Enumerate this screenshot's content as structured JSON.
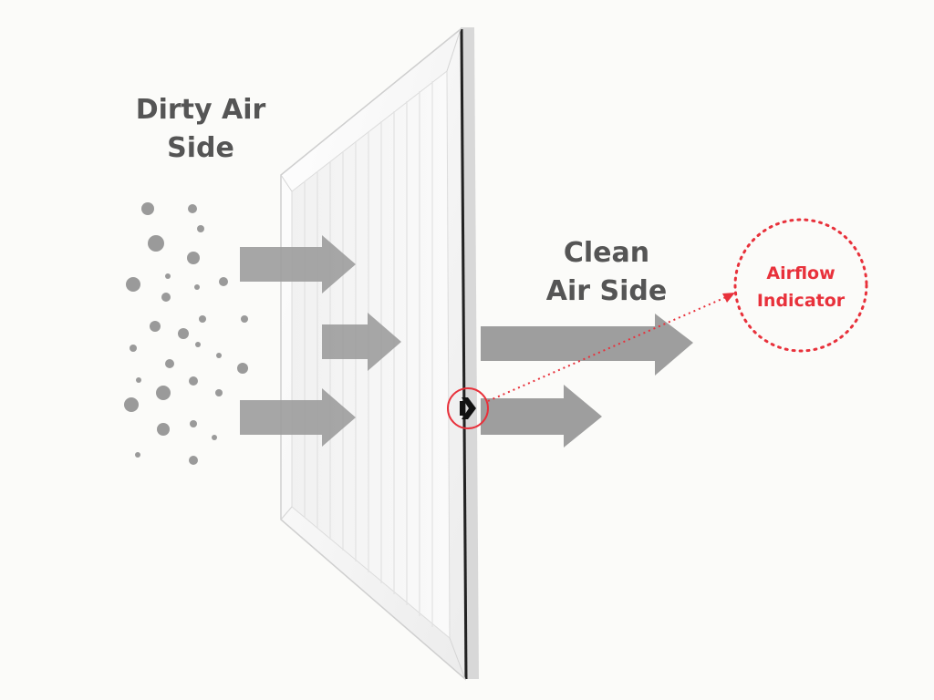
{
  "dirty_air": {
    "line1": "Dirty Air",
    "line2": "Side"
  },
  "clean_air": {
    "line1": "Clean",
    "line2": "Air Side"
  },
  "indicator": {
    "line1": "Airflow",
    "line2": "Indicator"
  },
  "colors": {
    "arrow": "#9e9e9e",
    "particle": "#9a9a9a",
    "label_text": "#555555",
    "indicator": "#e8313b",
    "frame": "#f3f3f3",
    "background": "#fbfbf9"
  },
  "icons": [
    "airflow-arrow-icon"
  ]
}
